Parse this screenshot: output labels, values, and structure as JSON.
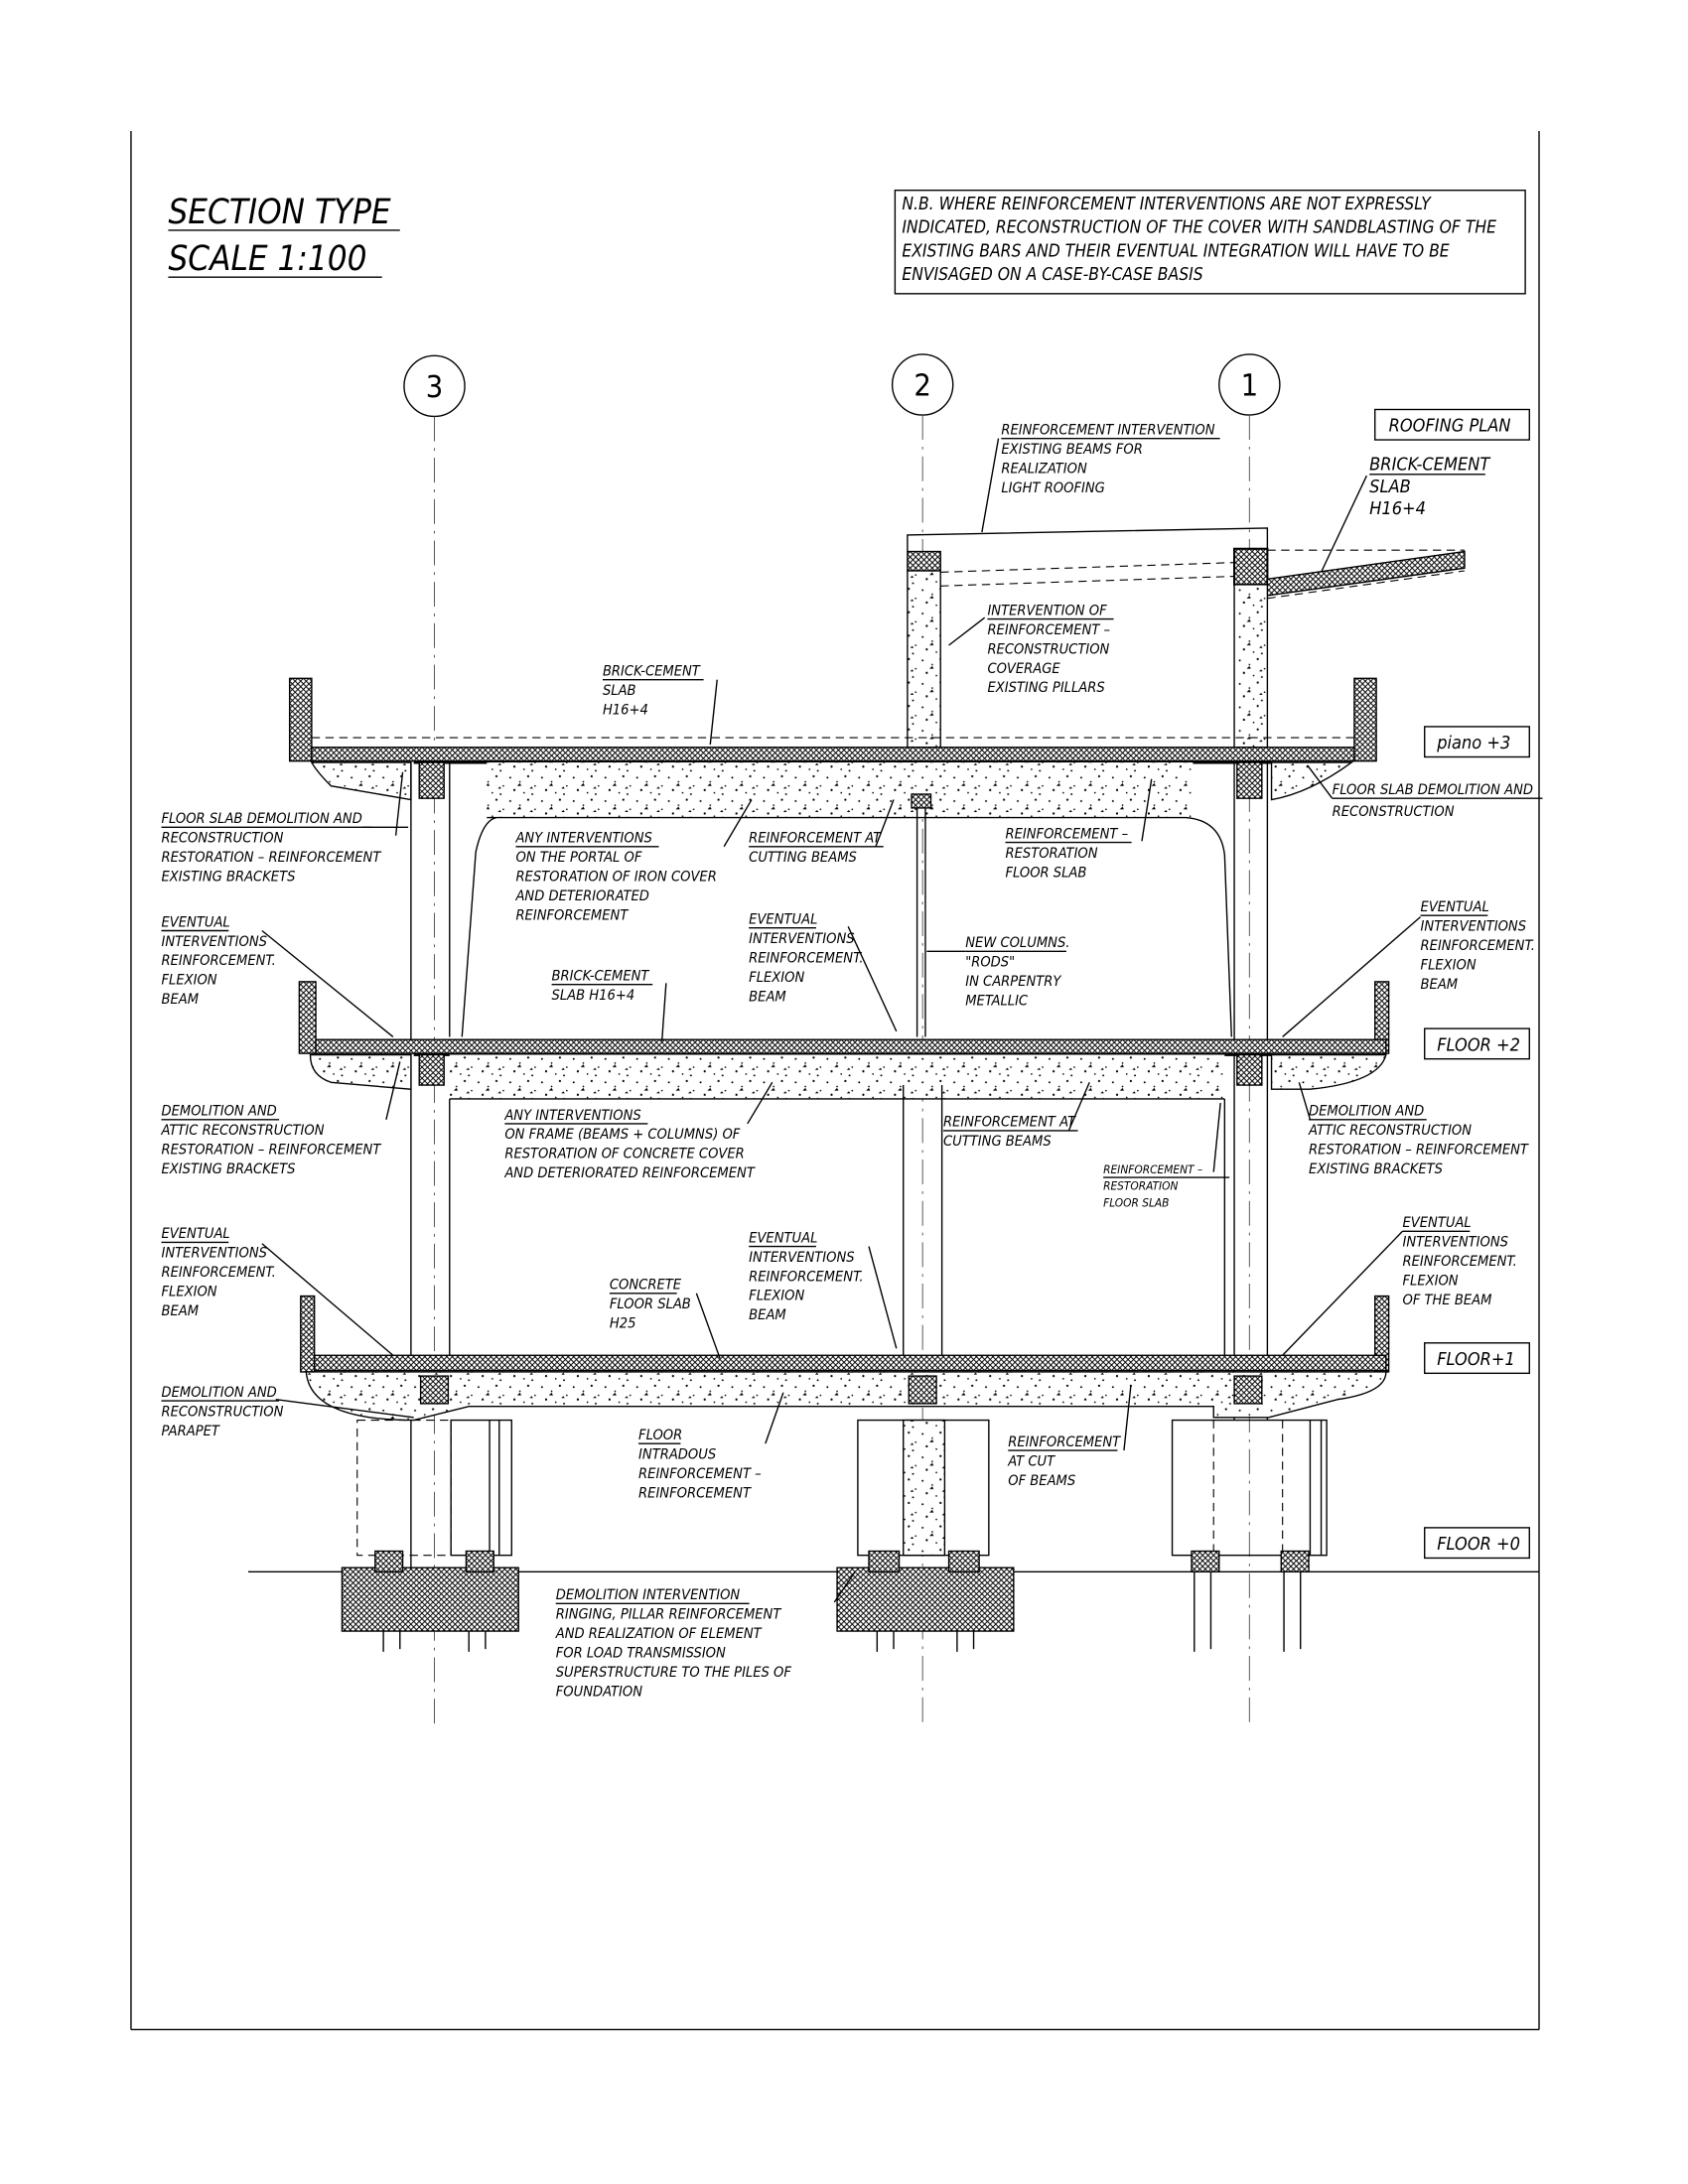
{
  "title": {
    "line1": "SECTION TYPE",
    "line2": "SCALE 1:100"
  },
  "note": {
    "lines": [
      "N.B.   WHERE REINFORCEMENT INTERVENTIONS ARE NOT EXPRESSLY",
      "INDICATED, RECONSTRUCTION OF THE COVER WITH SANDBLASTING OF THE",
      "EXISTING BARS AND THEIR EVENTUAL INTEGRATION WILL HAVE TO BE",
      "ENVISAGED ON A CASE-BY-CASE BASIS"
    ]
  },
  "axes": [
    "3",
    "2",
    "1"
  ],
  "levels": {
    "roof": "ROOFING PLAN",
    "l3": "piano +3",
    "l2": "FLOOR +2",
    "l1": "FLOOR+1",
    "l0": "FLOOR +0"
  },
  "labels": [
    {
      "lines": [
        "REINFORCEMENT INTERVENTION",
        "EXISTING BEAMS FOR",
        "REALIZATION",
        "LIGHT ROOFING"
      ]
    },
    {
      "lines": [
        "BRICK-CEMENT",
        "SLAB",
        "H16+4"
      ]
    },
    {
      "lines": [
        "INTERVENTION OF",
        "REINFORCEMENT –",
        "RECONSTRUCTION",
        "COVERAGE",
        "EXISTING PILLARS"
      ]
    },
    {
      "lines": [
        "BRICK-CEMENT",
        "SLAB",
        "H16+4"
      ]
    },
    {
      "lines": [
        "FLOOR SLAB DEMOLITION AND",
        "RECONSTRUCTION",
        "RESTORATION – REINFORCEMENT",
        "EXISTING BRACKETS"
      ]
    },
    {
      "lines": [
        "FLOOR SLAB DEMOLITION AND",
        "RECONSTRUCTION"
      ]
    },
    {
      "lines": [
        "ANY INTERVENTIONS",
        "ON THE PORTAL OF",
        "RESTORATION OF IRON COVER",
        "AND DETERIORATED",
        "REINFORCEMENT"
      ]
    },
    {
      "lines": [
        "REINFORCEMENT AT",
        "CUTTING BEAMS"
      ]
    },
    {
      "lines": [
        "REINFORCEMENT –",
        "RESTORATION",
        "FLOOR SLAB"
      ]
    },
    {
      "lines": [
        "EVENTUAL",
        "INTERVENTIONS",
        "REINFORCEMENT.",
        "FLEXION",
        "BEAM"
      ]
    },
    {
      "lines": [
        "EVENTUAL",
        "INTERVENTIONS",
        "REINFORCEMENT.",
        "FLEXION",
        "BEAM"
      ]
    },
    {
      "lines": [
        "EVENTUAL",
        "INTERVENTIONS",
        "REINFORCEMENT.",
        "FLEXION",
        "BEAM"
      ]
    },
    {
      "lines": [
        "NEW COLUMNS.",
        "\"RODS\"",
        "IN CARPENTRY",
        "METALLIC"
      ]
    },
    {
      "lines": [
        "BRICK-CEMENT",
        "SLAB H16+4"
      ]
    },
    {
      "lines": [
        "DEMOLITION AND",
        "ATTIC RECONSTRUCTION",
        "RESTORATION – REINFORCEMENT",
        "EXISTING BRACKETS"
      ]
    },
    {
      "lines": [
        "DEMOLITION AND",
        "ATTIC RECONSTRUCTION",
        "RESTORATION – REINFORCEMENT",
        "EXISTING BRACKETS"
      ]
    },
    {
      "lines": [
        "ANY INTERVENTIONS",
        "ON FRAME (BEAMS + COLUMNS) OF",
        "RESTORATION OF CONCRETE COVER",
        "AND DETERIORATED REINFORCEMENT"
      ]
    },
    {
      "lines": [
        "REINFORCEMENT AT",
        "CUTTING BEAMS"
      ]
    },
    {
      "lines": [
        "REINFORCEMENT –",
        "RESTORATION",
        "FLOOR SLAB"
      ]
    },
    {
      "lines": [
        "EVENTUAL",
        "INTERVENTIONS",
        "REINFORCEMENT.",
        "FLEXION",
        "BEAM"
      ]
    },
    {
      "lines": [
        "EVENTUAL",
        "INTERVENTIONS",
        "REINFORCEMENT.",
        "FLEXION",
        "BEAM"
      ]
    },
    {
      "lines": [
        "EVENTUAL",
        "INTERVENTIONS",
        "REINFORCEMENT.",
        "FLEXION",
        "OF THE BEAM"
      ]
    },
    {
      "lines": [
        "CONCRETE",
        "FLOOR SLAB",
        "H25"
      ]
    },
    {
      "lines": [
        "DEMOLITION AND",
        "RECONSTRUCTION",
        "PARAPET"
      ]
    },
    {
      "lines": [
        "FLOOR",
        "INTRADOUS",
        "REINFORCEMENT –",
        "REINFORCEMENT"
      ]
    },
    {
      "lines": [
        "REINFORCEMENT",
        "AT CUT",
        "OF BEAMS"
      ]
    },
    {
      "lines": [
        "DEMOLITION INTERVENTION",
        "RINGING, PILLAR REINFORCEMENT",
        "AND REALIZATION OF ELEMENT",
        "FOR LOAD TRANSMISSION",
        "SUPERSTRUCTURE TO THE PILES OF",
        "FOUNDATION"
      ]
    }
  ]
}
